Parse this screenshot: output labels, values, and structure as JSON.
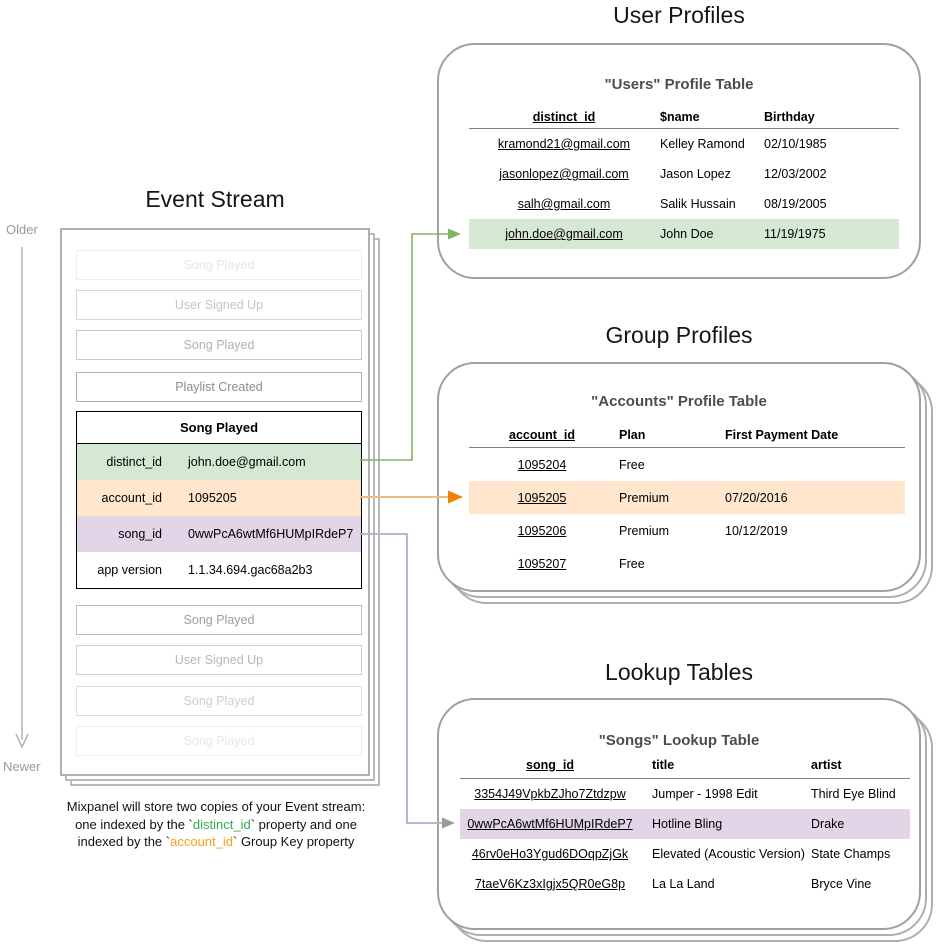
{
  "event_stream": {
    "title": "Event Stream",
    "older_label": "Older",
    "newer_label": "Newer",
    "events_before": [
      {
        "label": "Song Played"
      },
      {
        "label": "User Signed Up"
      },
      {
        "label": "Song Played"
      },
      {
        "label": "Playlist Created"
      }
    ],
    "active_event": {
      "name": "Song Played",
      "properties": [
        {
          "key": "distinct_id",
          "value": "john.doe@gmail.com",
          "highlight": "#d5e8d4"
        },
        {
          "key": "account_id",
          "value": "1095205",
          "highlight": "#ffe6cc"
        },
        {
          "key": "song_id",
          "value": "0wwPcA6wtMf6HUMpIRdeP7",
          "highlight": "#e1d5e7"
        },
        {
          "key": "app version",
          "value": "1.1.34.694.gac68a2b3",
          "highlight": "#ffffff"
        }
      ]
    },
    "events_after": [
      {
        "label": "Song Played"
      },
      {
        "label": "User Signed Up"
      },
      {
        "label": "Song Played"
      },
      {
        "label": "Song Played"
      }
    ]
  },
  "user_profiles": {
    "section_title": "User Profiles",
    "card_title": "\"Users\" Profile Table",
    "columns": [
      "distinct_id",
      "$name",
      "Birthday"
    ],
    "rows": [
      [
        "kramond21@gmail.com",
        "Kelley Ramond",
        "02/10/1985"
      ],
      [
        "jasonlopez@gmail.com",
        "Jason Lopez",
        "12/03/2002"
      ],
      [
        "salh@gmail.com",
        "Salik Hussain",
        "08/19/2005"
      ],
      [
        "john.doe@gmail.com",
        "John Doe",
        "11/19/1975"
      ]
    ],
    "highlight_row_index": 3,
    "highlight_color": "#d5e8d4"
  },
  "group_profiles": {
    "section_title": "Group Profiles",
    "card_title": "\"Accounts\" Profile Table",
    "columns": [
      "account_id",
      "Plan",
      "First Payment Date"
    ],
    "rows": [
      [
        "1095204",
        "Free",
        ""
      ],
      [
        "1095205",
        "Premium",
        "07/20/2016"
      ],
      [
        "1095206",
        "Premium",
        "10/12/2019"
      ],
      [
        "1095207",
        "Free",
        ""
      ]
    ],
    "highlight_row_index": 1,
    "highlight_color": "#ffe6cc"
  },
  "lookup_tables": {
    "section_title": "Lookup Tables",
    "card_title": "\"Songs\" Lookup Table",
    "columns": [
      "song_id",
      "title",
      "artist"
    ],
    "rows": [
      [
        "3354J49VpkbZJho7Ztdzpw",
        "Jumper - 1998 Edit",
        "Third Eye Blind"
      ],
      [
        "0wwPcA6wtMf6HUMpIRdeP7",
        "Hotline Bling",
        "Drake"
      ],
      [
        "46rv0eHo3Ygud6DOqpZjGk",
        "Elevated (Acoustic Version)",
        "State Champs"
      ],
      [
        "7taeV6Kz3xIgjx5QR0eG8p",
        "La La Land",
        "Bryce Vine"
      ]
    ],
    "highlight_row_index": 1,
    "highlight_color": "#e1d5e7"
  },
  "caption": {
    "line1": "Mixpanel will store two copies of your Event stream:",
    "line2_before": "one indexed by the `",
    "line2_code": "distinct_id",
    "line2_after": "` property and one",
    "line3_before": "indexed by the `",
    "line3_code": "account_id",
    "line3_after": "` Group Key property",
    "distinct_id_color": "#33a852",
    "account_id_color": "#ff9e16"
  },
  "connectors": {
    "distinct_id": {
      "color": "#82b366"
    },
    "account_id": {
      "line_color": "#edbc82",
      "arrow_color": "#f08106"
    },
    "song_id": {
      "line_color": "#b9aac8",
      "arrow_color": "#9b9b9b"
    },
    "timeline_color": "#b3b3b3"
  }
}
